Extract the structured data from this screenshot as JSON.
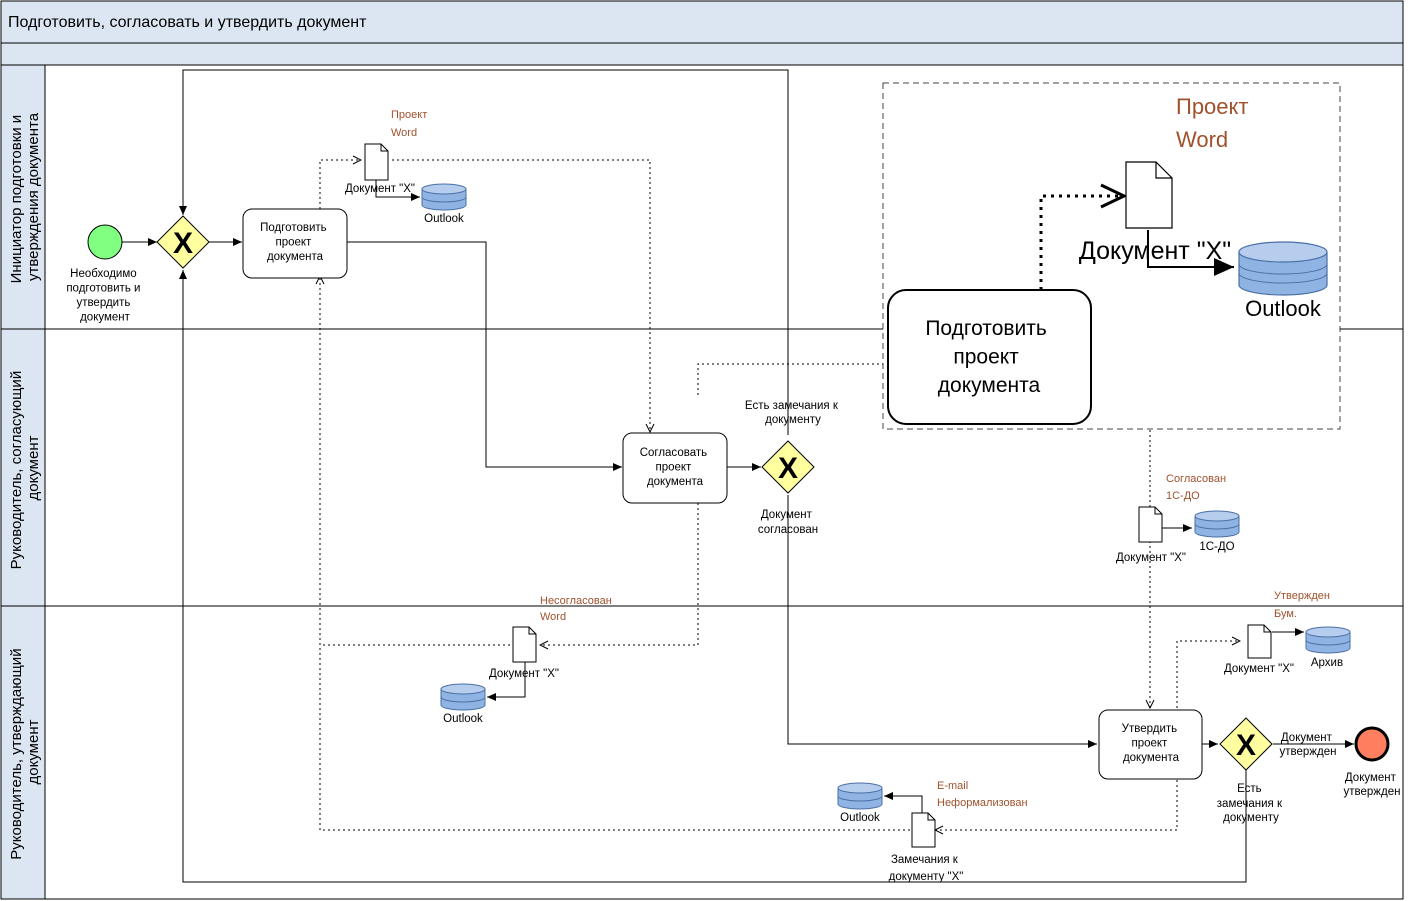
{
  "title": "Подготовить, согласовать и утвердить документ",
  "colors": {
    "header_bg": "#dce6f2",
    "gateway": "#ffffa0",
    "start_event": "#80ff80",
    "end_event": "#ff7f60",
    "database": "#8fb4e3",
    "annotation": "#a0522d"
  },
  "lanes": [
    "Инициатор подготовки и утверждения документа",
    "Руководитель, согласующий документ",
    "Руководитель, утверждающий документ"
  ],
  "start_event_label": "Необходимо подготовить и утвердить документ",
  "end_event_label": "Документ утвержден",
  "tasks": {
    "prepare": "Подготовить проект документа",
    "approve": "Согласовать проект документа",
    "sign": "Утвердить проект документа"
  },
  "gateways": {
    "approve_question": "Есть замечания к документу",
    "approve_yes": "Документ согласован",
    "sign_question": "Есть замечания к документу",
    "sign_yes": "Документ утвержден"
  },
  "artifacts": {
    "draft_doc": "Документ \"X\"",
    "draft_note": [
      "Проект",
      "Word"
    ],
    "draft_store": "Outlook",
    "rejected_doc": "Документ \"X\"",
    "rejected_note": [
      "Несогласован",
      "Word"
    ],
    "rejected_store": "Outlook",
    "agreed_doc": "Документ \"X\"",
    "agreed_note": [
      "Согласован",
      "1С-ДО"
    ],
    "agreed_store": "1С-ДО",
    "signed_doc": "Документ \"X\"",
    "signed_note": [
      "Утвержден",
      "Бум."
    ],
    "signed_store": "Архив",
    "remarks_doc": [
      "Замечания к",
      "документу \"X\""
    ],
    "remarks_note": [
      "E-mail",
      "Неформализован"
    ],
    "remarks_store": "Outlook"
  },
  "zoom": {
    "note": [
      "Проект",
      "Word"
    ],
    "doc": "Документ \"X\"",
    "store": "Outlook",
    "task": [
      "Подготовить",
      "проект",
      "документа"
    ]
  }
}
